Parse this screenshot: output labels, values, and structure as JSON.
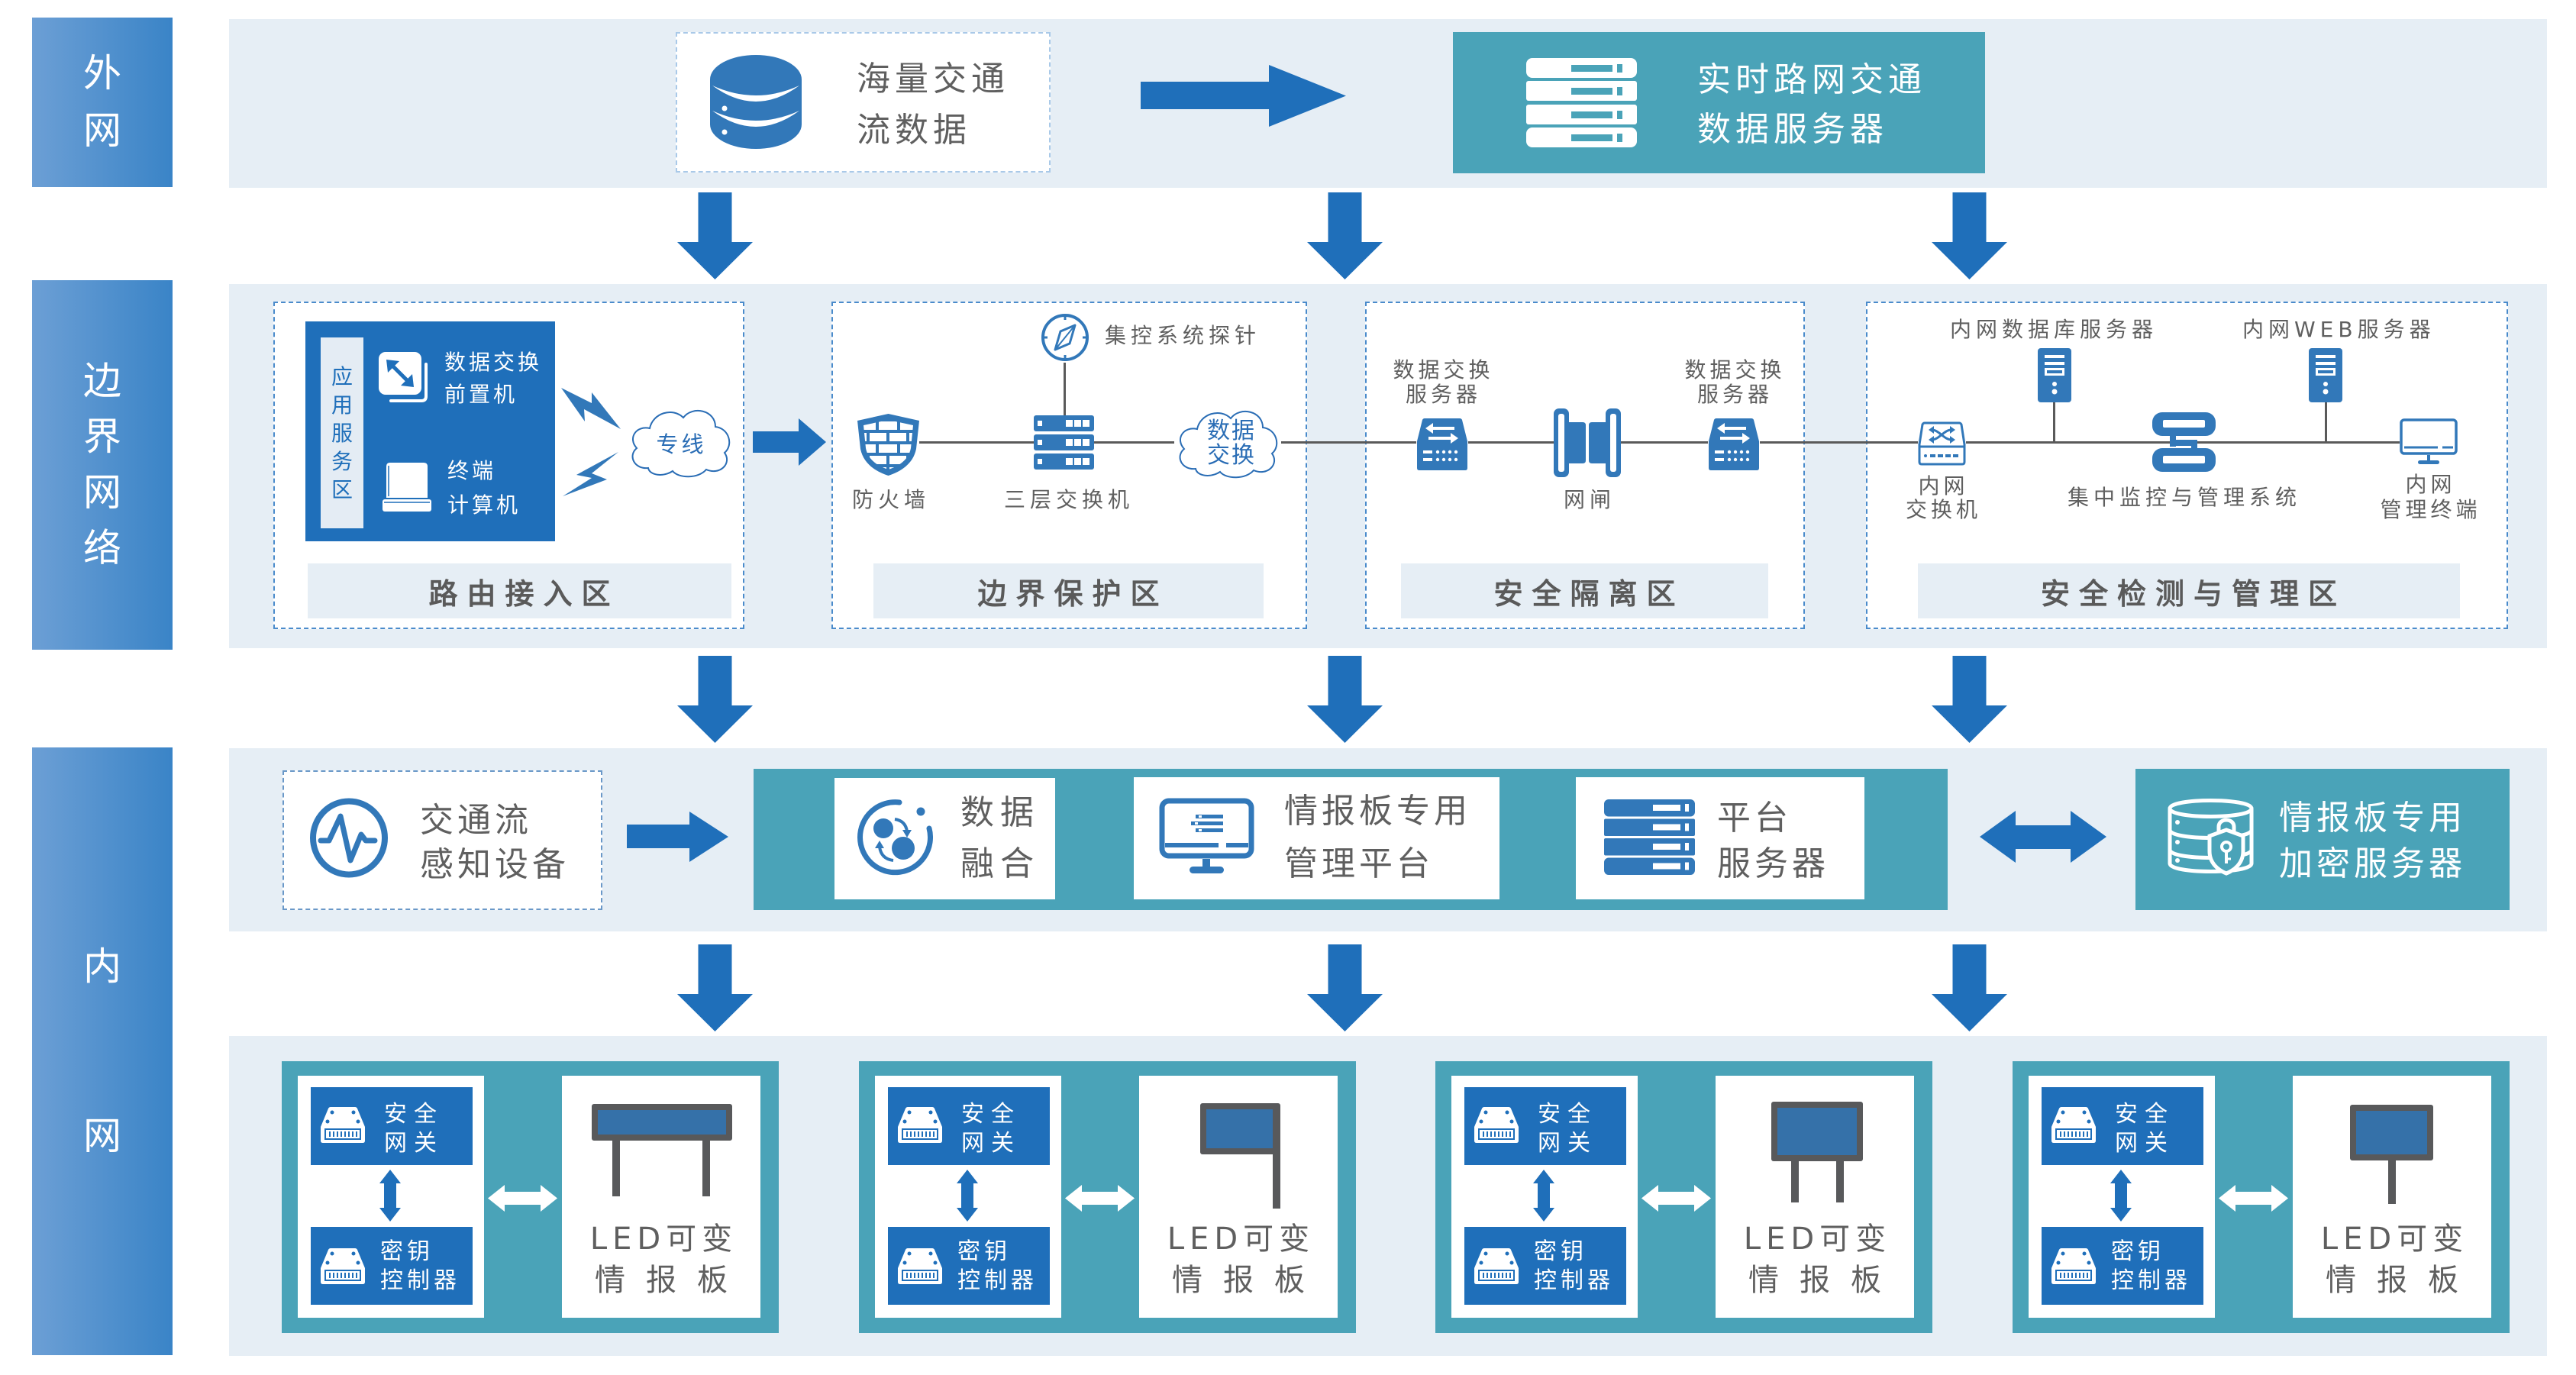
{
  "layers": [
    {
      "id": "external",
      "label": "外网"
    },
    {
      "id": "boundary",
      "label": "边界网络"
    },
    {
      "id": "internal",
      "label": "内网"
    }
  ],
  "external": {
    "traffic_data": {
      "icon": "database-icon",
      "lines": [
        "海量交通",
        "流数据"
      ]
    },
    "realtime_server": {
      "icon": "server-rack-icon",
      "lines": [
        "实时路网交通",
        "数据服务器"
      ]
    }
  },
  "boundary": {
    "routing_zone": {
      "title": "路由接入区",
      "app_service_area": "应用服务区",
      "front_processor": {
        "icon": "data-exchange-icon",
        "lines": [
          "数据交换",
          "前置机"
        ]
      },
      "terminal": {
        "icon": "laptop-icon",
        "lines": [
          "终端",
          "计算机"
        ]
      },
      "dedicated_line": "专线"
    },
    "protection_zone": {
      "title": "边界保护区",
      "probe": "集控系统探针",
      "firewall": "防火墙",
      "l3_switch": "三层交换机",
      "data_exchange_cloud": [
        "数据",
        "交换"
      ]
    },
    "isolation_zone": {
      "title": "安全隔离区",
      "exchange_server_left": [
        "数据交换",
        "服务器"
      ],
      "gatekeeper": "网闸",
      "exchange_server_right": [
        "数据交换",
        "服务器"
      ]
    },
    "monitoring_zone": {
      "title": "安全检测与管理区",
      "intranet_switch": [
        "内网",
        "交换机"
      ],
      "db_server": "内网数据库服务器",
      "central_monitoring": "集中监控与管理系统",
      "web_server": "内网WEB服务器",
      "mgmt_terminal": [
        "内网",
        "管理终端"
      ]
    }
  },
  "internal": {
    "sensing_device": {
      "icon": "pulse-icon",
      "lines": [
        "交通流",
        "感知设备"
      ]
    },
    "platform_group": [
      {
        "icon": "data-fusion-icon",
        "lines": [
          "数据",
          "融合"
        ]
      },
      {
        "icon": "monitor-list-icon",
        "lines": [
          "情报板专用",
          "管理平台"
        ]
      },
      {
        "icon": "server-icon",
        "lines": [
          "平台",
          "服务器"
        ]
      }
    ],
    "encryption_server": {
      "icon": "database-lock-icon",
      "lines": [
        "情报板专用",
        "加密服务器"
      ]
    },
    "led_units": [
      {
        "gateway": [
          "安全",
          "网关"
        ],
        "key_controller": [
          "密钥",
          "控制器"
        ],
        "sign": [
          "LED可变",
          "情报板"
        ],
        "sign_icon": "gantry-sign-icon"
      },
      {
        "gateway": [
          "安全",
          "网关"
        ],
        "key_controller": [
          "密钥",
          "控制器"
        ],
        "sign": [
          "LED可变",
          "情报板"
        ],
        "sign_icon": "cantilever-sign-icon"
      },
      {
        "gateway": [
          "安全",
          "网关"
        ],
        "key_controller": [
          "密钥",
          "控制器"
        ],
        "sign": [
          "LED可变",
          "情报板"
        ],
        "sign_icon": "double-post-sign-icon"
      },
      {
        "gateway": [
          "安全",
          "网关"
        ],
        "key_controller": [
          "密钥",
          "控制器"
        ],
        "sign": [
          "LED可变",
          "情报板"
        ],
        "sign_icon": "single-post-sign-icon"
      }
    ]
  },
  "colors": {
    "primary_blue": "#1f6fba",
    "icon_blue": "#3278b9",
    "teal": "#4aa3b8",
    "panel_bg": "#e6eef5",
    "label_gradient_start": "#6c9fd5",
    "label_gradient_end": "#3a84c7",
    "text_gray": "#5f5f5f",
    "sign_frame": "#58595b",
    "sign_face": "#3571a9"
  }
}
